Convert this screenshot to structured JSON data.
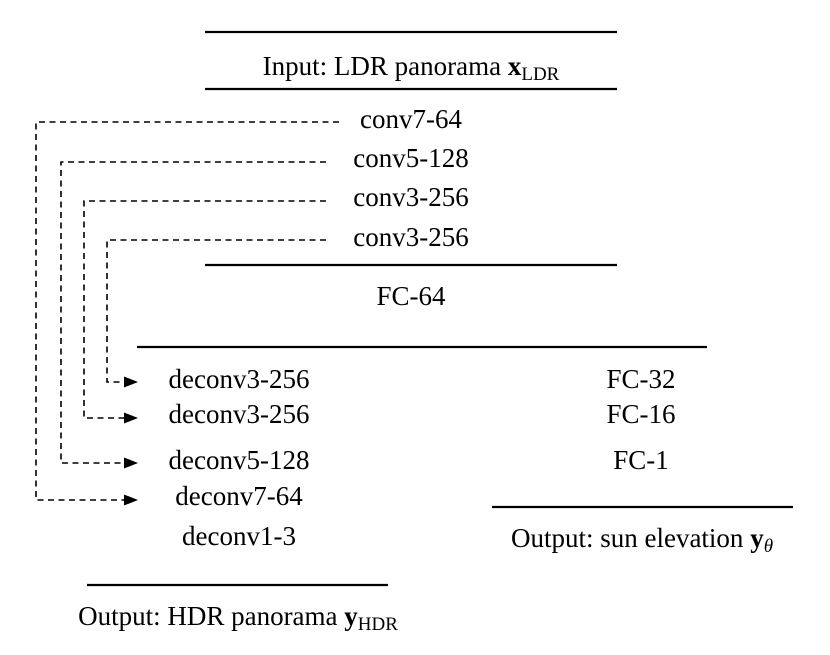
{
  "input": {
    "prefix": "Input: LDR panorama ",
    "symbol": "x",
    "subscript": "LDR"
  },
  "encoder": [
    "conv7-64",
    "conv5-128",
    "conv3-256",
    "conv3-256"
  ],
  "bottleneck": "FC-64",
  "decoder": [
    "deconv3-256",
    "deconv3-256",
    "deconv5-128",
    "deconv7-64",
    "deconv1-3"
  ],
  "sun_branch": [
    "FC-32",
    "FC-16",
    "FC-1"
  ],
  "output_hdr": {
    "prefix": "Output: HDR panorama ",
    "symbol": "y",
    "subscript": "HDR"
  },
  "output_sun": {
    "prefix": "Output: sun elevation ",
    "symbol": "y",
    "subscript": "θ"
  }
}
